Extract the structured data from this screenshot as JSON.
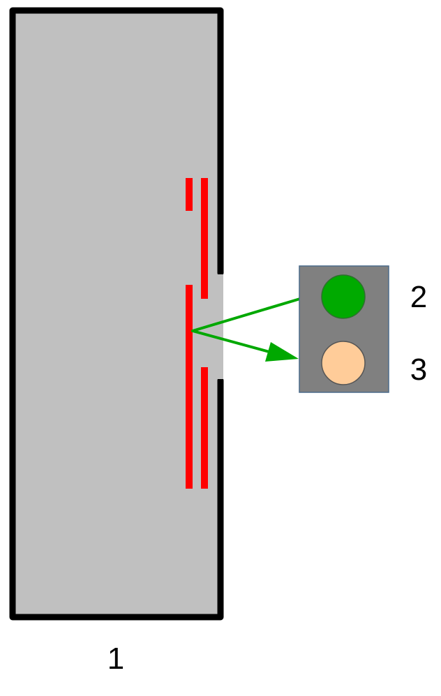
{
  "labels": {
    "container": "1",
    "indicator_top": "2",
    "indicator_bottom": "3"
  },
  "colors": {
    "container_fill": "#c0c0c0",
    "container_border": "#000000",
    "plates": "#ff0000",
    "arrow": "#00a800",
    "panel_fill": "#808080",
    "panel_border": "#4a6a8a",
    "light_top": "#00aa00",
    "light_bottom": "#ffcc99",
    "background": "#ffffff"
  },
  "icons": {
    "arrow": "arrow-right-icon"
  }
}
